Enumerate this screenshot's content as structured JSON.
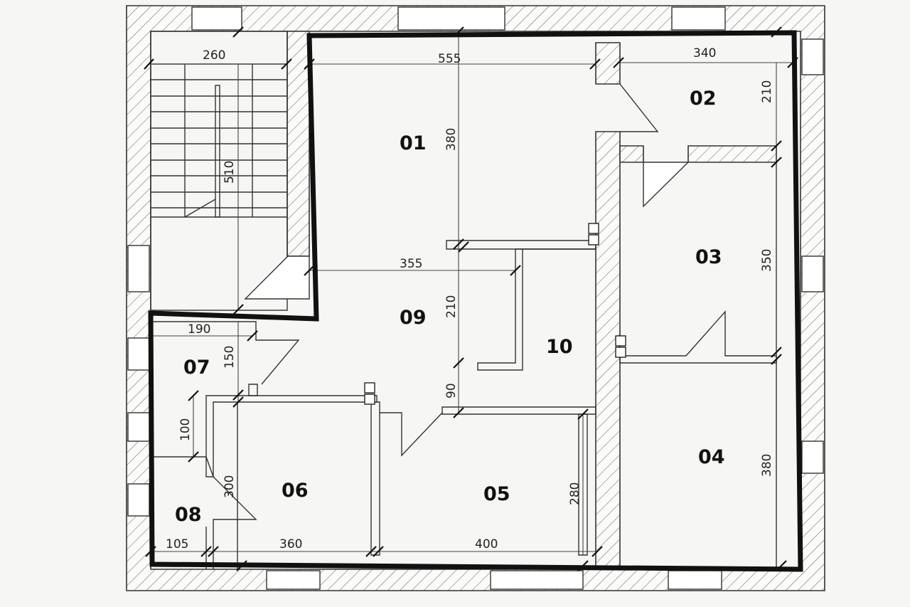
{
  "rooms": [
    {
      "id": "01"
    },
    {
      "id": "02"
    },
    {
      "id": "03"
    },
    {
      "id": "04"
    },
    {
      "id": "05"
    },
    {
      "id": "06"
    },
    {
      "id": "07"
    },
    {
      "id": "08"
    },
    {
      "id": "09"
    },
    {
      "id": "10"
    }
  ],
  "dimensions": {
    "stair_width": "260",
    "stair_length": "510",
    "room01_width": "555",
    "room01_height": "380",
    "room02_width": "340",
    "room02_height": "210",
    "room03_height": "350",
    "room04_height": "380",
    "room09_width": "355",
    "room09_height": "210",
    "room07_width": "190",
    "room07_height": "150",
    "corridor_height": "100",
    "room06_height": "300",
    "room08_width": "105",
    "room06_width": "360",
    "room05_width": "400",
    "room05_height": "280",
    "passage_width": "90"
  }
}
